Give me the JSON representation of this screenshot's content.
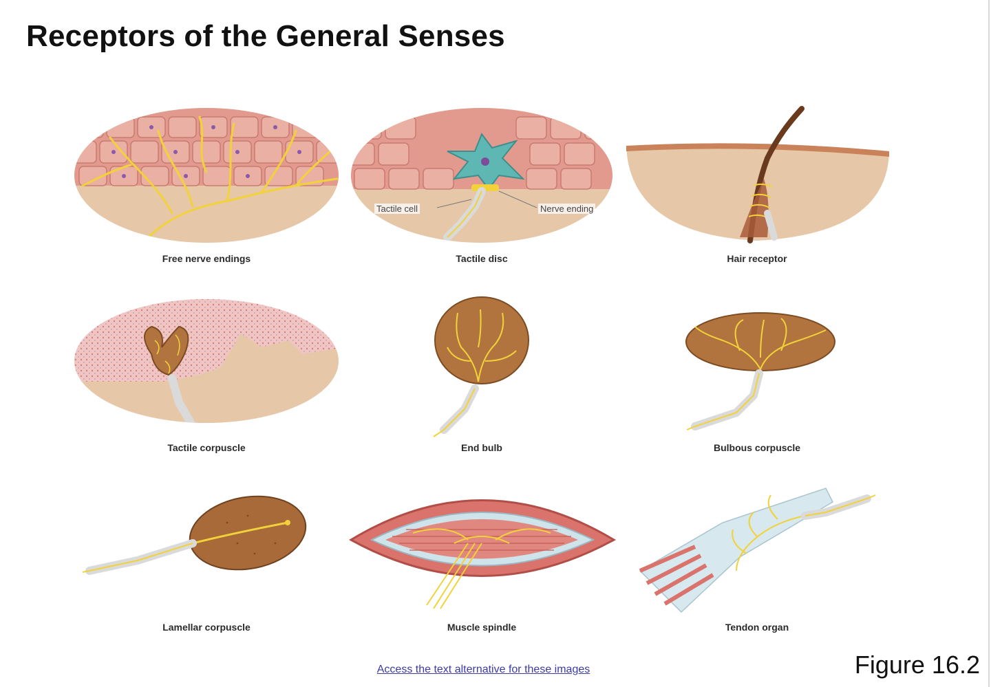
{
  "title": "Receptors of the General Senses",
  "figure_label": "Figure 16.2",
  "access_link": "Access the text alternative for these images",
  "panels": [
    {
      "caption": "Free nerve endings",
      "icon": "free-nerve-endings-illustration"
    },
    {
      "caption": "Tactile disc",
      "icon": "tactile-disc-illustration",
      "callouts": [
        "Tactile cell",
        "Nerve ending"
      ]
    },
    {
      "caption": "Hair receptor",
      "icon": "hair-receptor-illustration"
    },
    {
      "caption": "Tactile corpuscle",
      "icon": "tactile-corpuscle-illustration"
    },
    {
      "caption": "End bulb",
      "icon": "end-bulb-illustration"
    },
    {
      "caption": "Bulbous corpuscle",
      "icon": "bulbous-corpuscle-illustration"
    },
    {
      "caption": "Lamellar corpuscle",
      "icon": "lamellar-corpuscle-illustration"
    },
    {
      "caption": "Muscle spindle",
      "icon": "muscle-spindle-illustration"
    },
    {
      "caption": "Tendon organ",
      "icon": "tendon-organ-illustration"
    }
  ],
  "colors": {
    "skin_pink": "#e39a8e",
    "dermis": "#e6c8a9",
    "nerve_yellow": "#f2d23a",
    "tactile_cell": "#5fb7b4",
    "capsule_brown": "#b2743e",
    "muscle_red": "#d9736c",
    "link_blue": "#3b3ba5"
  }
}
